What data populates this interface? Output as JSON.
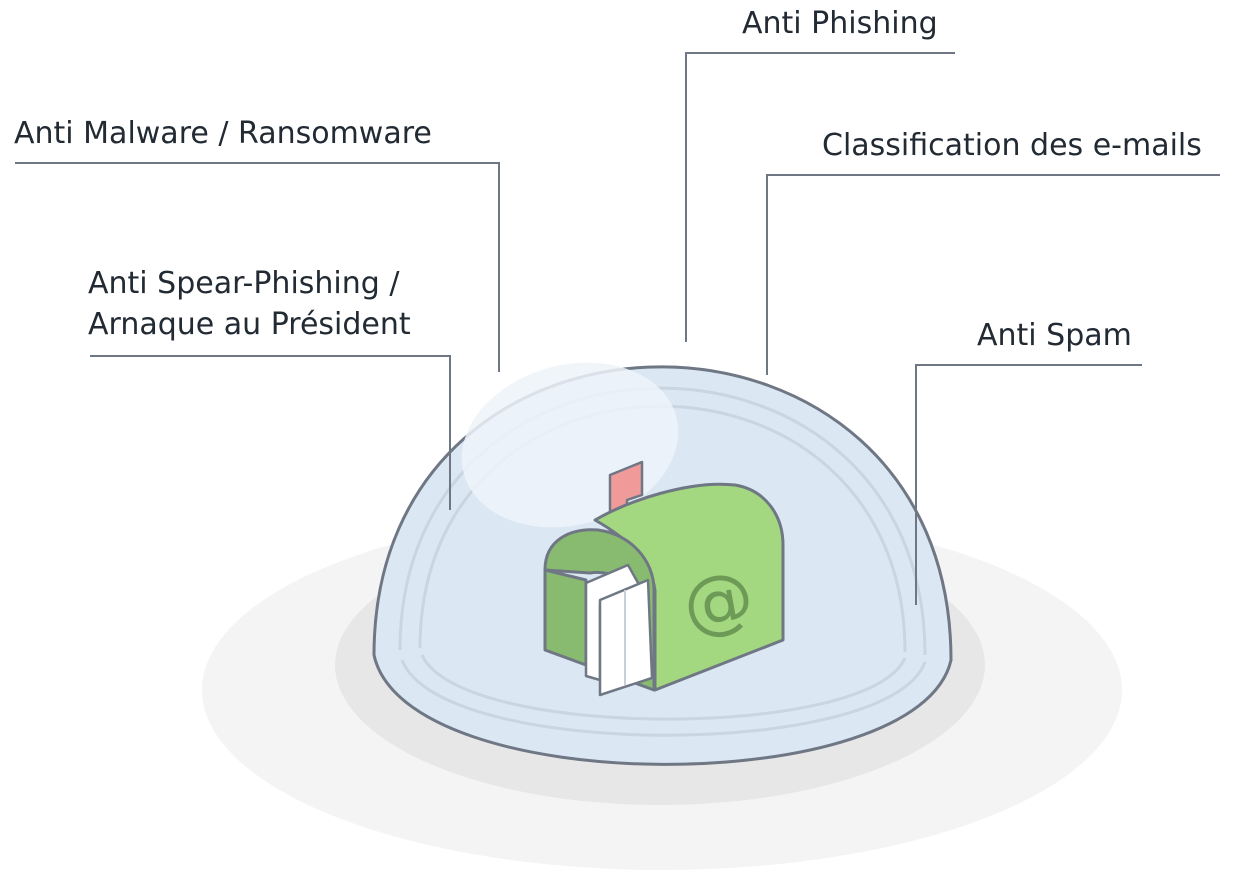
{
  "labels": {
    "anti_phishing": "Anti Phishing",
    "anti_malware": "Anti Malware / Ransomware",
    "classification": "Classification des e-mails",
    "spear_phishing_line1": "Anti Spear-Phishing /",
    "spear_phishing_line2": "Arnaque au Président",
    "anti_spam": "Anti Spam"
  },
  "mailbox": {
    "symbol": "@"
  },
  "colors": {
    "line": "#6f7785",
    "dome_fill": "#dbe7f3",
    "mailbox_green": "#a3d880",
    "mailbox_dark_green": "#88bb70",
    "flag_red": "#f09a9a",
    "shadow_outer": "#f4f4f4",
    "shadow_inner": "#e6e6e6"
  }
}
